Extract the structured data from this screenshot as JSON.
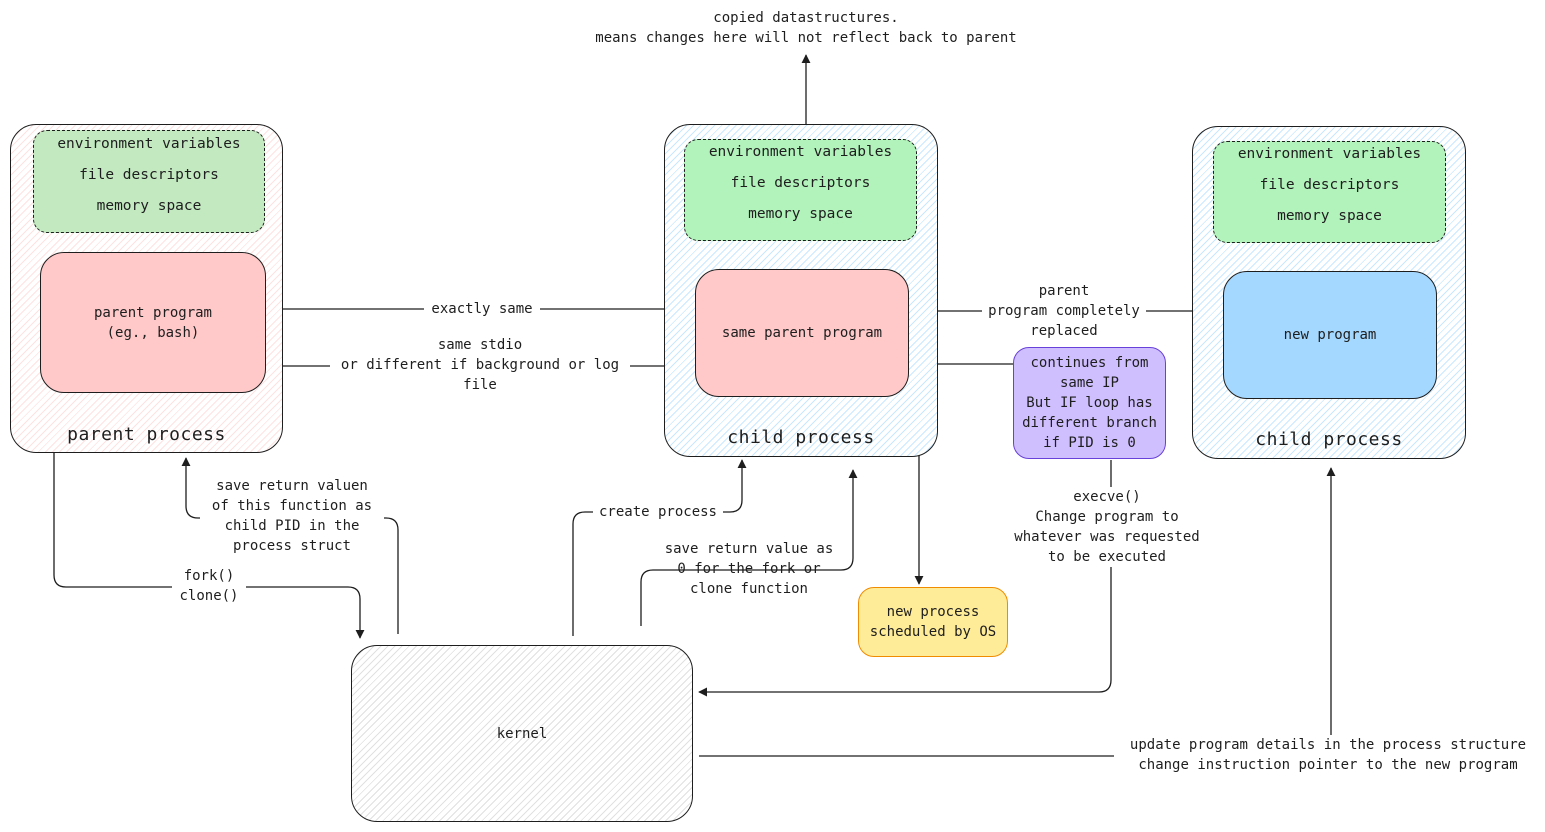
{
  "colors": {
    "stroke": "#1e1e1e",
    "env_fill_parent": "#c3e9c0",
    "env_fill_child": "#b2f2bb",
    "program_fill": "#ffc9c9",
    "new_program_fill": "#a5d8ff",
    "note_purple_fill": "#d0bfff",
    "note_purple_stroke": "#6741d9",
    "note_yellow_fill": "#ffec99",
    "note_yellow_stroke": "#f08c00"
  },
  "parent": {
    "title": "parent process",
    "env": {
      "line1": "environment variables",
      "line2": "file descriptors",
      "line3": "memory space"
    },
    "program": "parent program\n(eg., bash)"
  },
  "child": {
    "title": "child process",
    "env": {
      "line1": "environment variables",
      "line2": "file descriptors",
      "line3": "memory space"
    },
    "program": "same parent program"
  },
  "child2": {
    "title": "child process",
    "env": {
      "line1": "environment variables",
      "line2": "file descriptors",
      "line3": "memory space"
    },
    "program": "new program"
  },
  "kernel": {
    "label": "kernel"
  },
  "notes": {
    "continues": "continues from\nsame IP\nBut IF loop has\ndifferent branch\nif PID is 0",
    "scheduled": "new process\nscheduled by OS"
  },
  "edge_labels": {
    "copied": "copied datastructures.\nmeans changes here will not reflect back to parent",
    "exactly_same": "exactly same",
    "stdio": "same stdio\nor different if background or log\nfile",
    "replaced": "parent\nprogram completely\nreplaced",
    "save_parent": "save return valuen\nof this function as\nchild PID in the\nprocess struct",
    "fork": "fork()\nclone()",
    "create": "create process",
    "save_child": "save return value as\n0 for the fork or\nclone function",
    "execve": "execve()\nChange program to\nwhatever was requested\nto be executed",
    "update": "update program details in the process structure\nchange instruction pointer to the new program"
  }
}
